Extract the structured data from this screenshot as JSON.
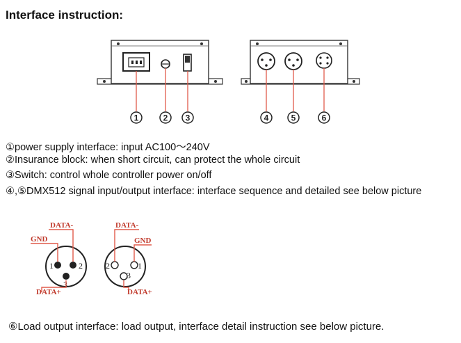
{
  "title": "Interface instruction:",
  "callouts": [
    "1",
    "2",
    "3",
    "4",
    "5",
    "6"
  ],
  "lines": [
    "①power supply interface: input AC100～240V",
    "②Insurance block: when short circuit, can protect the whole circuit",
    "③Switch: control whole controller power on/off",
    "④,⑤DMX512 signal input/output interface: interface sequence and detailed see below picture"
  ],
  "dmx_left": {
    "data_minus": "DATA-",
    "gnd": "GND",
    "data_plus": "DATA+",
    "pin1": "1",
    "pin2": "2",
    "pin3": "3"
  },
  "dmx_right": {
    "data_minus": "DATA-",
    "gnd": "GND",
    "data_plus": "DATA+",
    "pin1": "1",
    "pin2": "2",
    "pin3": "3"
  },
  "footer": "⑥Load output interface: load output, interface detail instruction see below picture.",
  "colors": {
    "accent": "#c0392b",
    "line": "#e05a4a"
  }
}
